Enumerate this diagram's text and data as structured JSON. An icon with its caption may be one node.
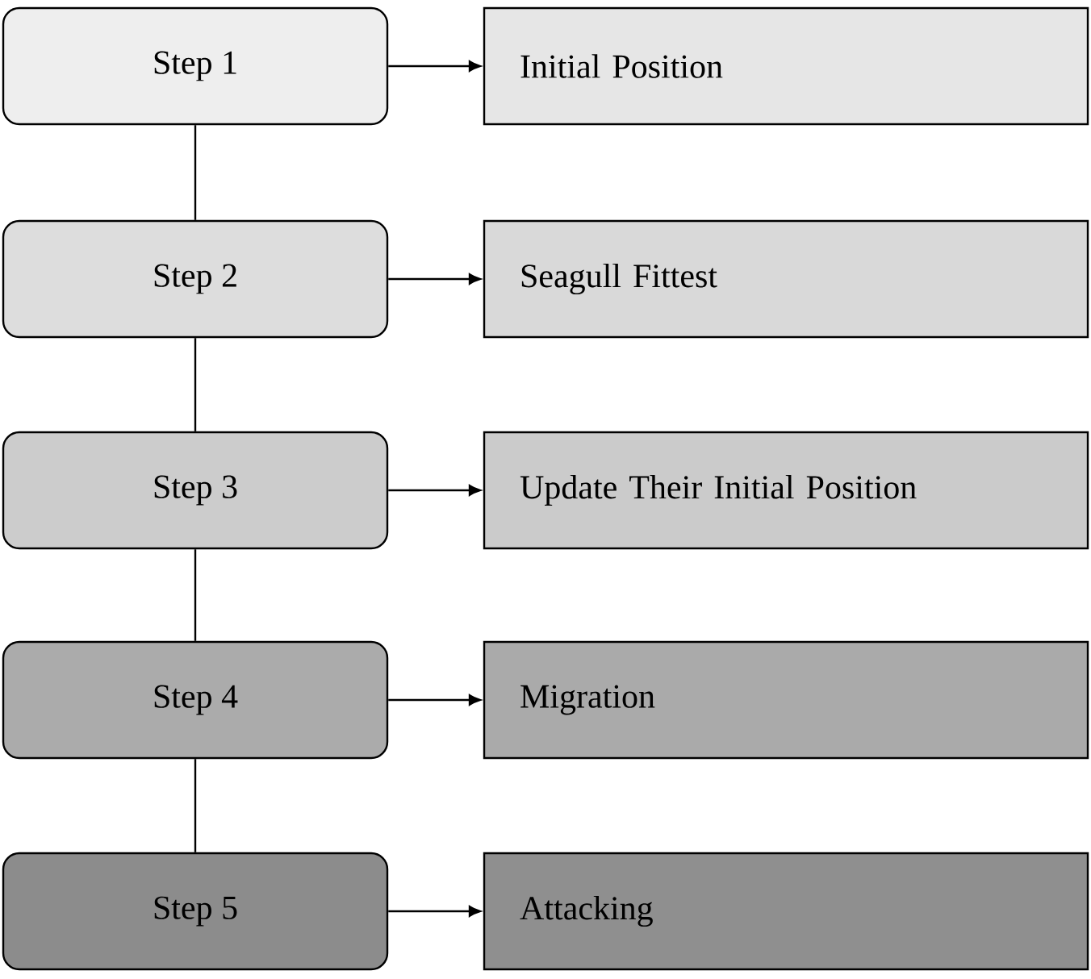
{
  "diagram": {
    "nodes": [
      {
        "text": [
          "Step 1"
        ]
      },
      {
        "text": [
          "Initial Position"
        ]
      },
      {
        "text": [
          "Step 2"
        ]
      },
      {
        "text": [
          "Seagull Fittest"
        ]
      },
      {
        "text": [
          "Step 3"
        ]
      },
      {
        "text": [
          "Update Their Initial Position"
        ]
      },
      {
        "text": [
          "Step 4"
        ]
      },
      {
        "text": [
          "Migration"
        ]
      },
      {
        "text": [
          "Step 5"
        ]
      },
      {
        "text": [
          "Attacking"
        ]
      }
    ],
    "edges": [
      {
        "from": 0,
        "to": 1,
        "arrow": "to"
      },
      {
        "from": 2,
        "to": 3,
        "arrow": "to"
      },
      {
        "from": 4,
        "to": 5,
        "arrow": "to"
      },
      {
        "from": 6,
        "to": 7,
        "arrow": "to"
      },
      {
        "from": 8,
        "to": 9,
        "arrow": "to"
      },
      {
        "from": 0,
        "to": 2,
        "arrow": "none"
      },
      {
        "from": 2,
        "to": 4,
        "arrow": "none"
      },
      {
        "from": 4,
        "to": 6,
        "arrow": "none"
      },
      {
        "from": 6,
        "to": 8,
        "arrow": "none"
      }
    ]
  }
}
